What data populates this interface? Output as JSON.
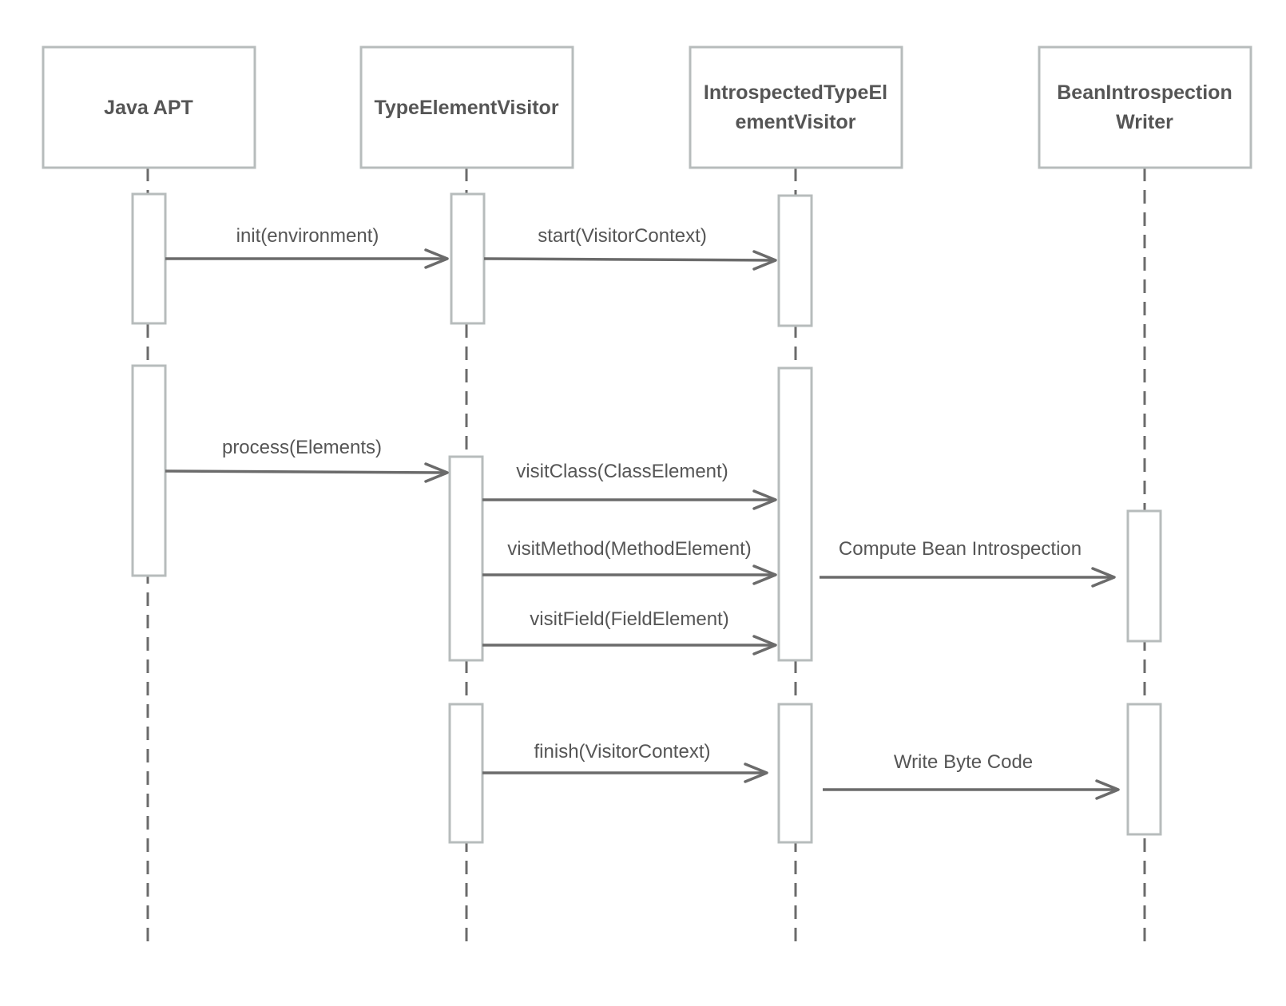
{
  "participants": [
    {
      "id": "java-apt",
      "lines": [
        "Java APT"
      ]
    },
    {
      "id": "type-element-visitor",
      "lines": [
        "TypeElementVisitor"
      ]
    },
    {
      "id": "introspected-type-element-visitor",
      "lines": [
        "IntrospectedTypeEl",
        "ementVisitor"
      ]
    },
    {
      "id": "bean-introspection-writer",
      "lines": [
        "BeanIntrospection",
        "Writer"
      ]
    }
  ],
  "messages": [
    {
      "id": "init",
      "label": "init(environment)",
      "from": "java-apt",
      "to": "type-element-visitor"
    },
    {
      "id": "start",
      "label": "start(VisitorContext)",
      "from": "type-element-visitor",
      "to": "introspected-type-element-visitor"
    },
    {
      "id": "process",
      "label": "process(Elements)",
      "from": "java-apt",
      "to": "type-element-visitor"
    },
    {
      "id": "visit-class",
      "label": "visitClass(ClassElement)",
      "from": "type-element-visitor",
      "to": "introspected-type-element-visitor"
    },
    {
      "id": "visit-method",
      "label": "visitMethod(MethodElement)",
      "from": "type-element-visitor",
      "to": "introspected-type-element-visitor"
    },
    {
      "id": "compute",
      "label": "Compute Bean Introspection",
      "from": "introspected-type-element-visitor",
      "to": "bean-introspection-writer"
    },
    {
      "id": "visit-field",
      "label": "visitField(FieldElement)",
      "from": "type-element-visitor",
      "to": "introspected-type-element-visitor"
    },
    {
      "id": "finish",
      "label": "finish(VisitorContext)",
      "from": "type-element-visitor",
      "to": "introspected-type-element-visitor"
    },
    {
      "id": "write",
      "label": "Write Byte Code",
      "from": "introspected-type-element-visitor",
      "to": "bean-introspection-writer"
    }
  ]
}
